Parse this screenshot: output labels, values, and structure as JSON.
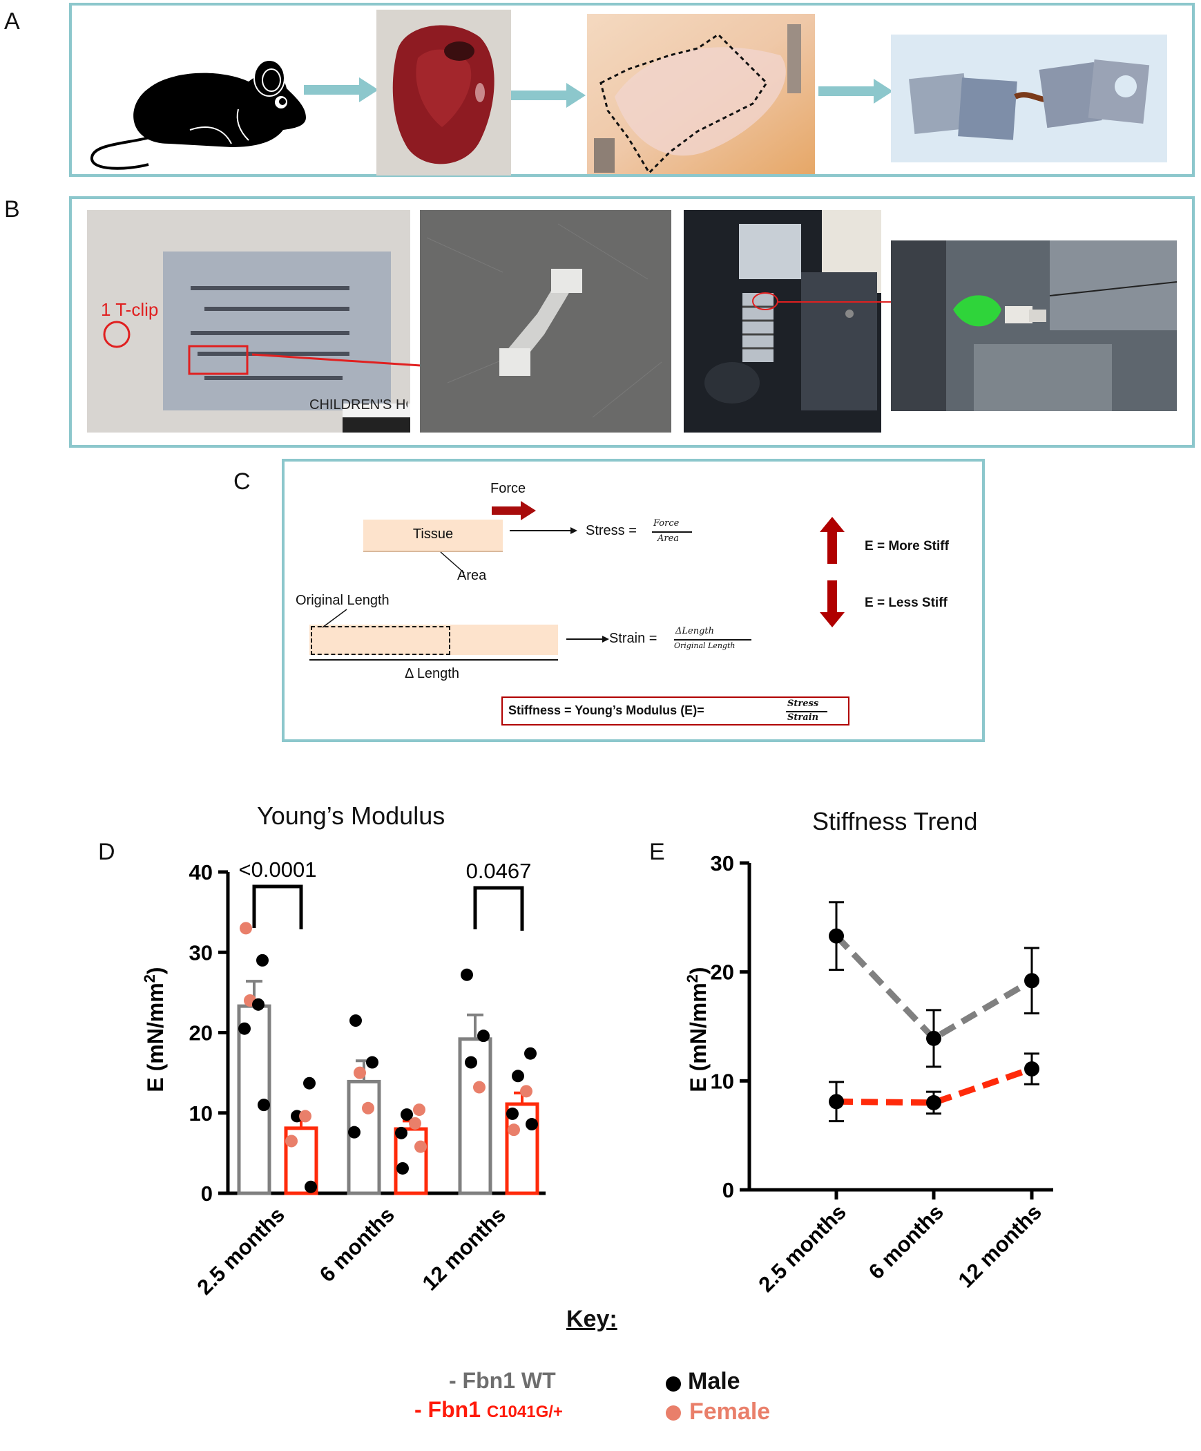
{
  "panels": {
    "a": "A",
    "b": "B",
    "c": "C",
    "d": "D",
    "e": "E"
  },
  "colors": {
    "frame": "#8cc7cc",
    "wt": "#808080",
    "mutant": "#ff2a0a",
    "female": "#e97f6a",
    "male": "#000000",
    "arrow": "#8cc7cc",
    "dark_red": "#b00000"
  },
  "panel_b": {
    "clip_label": "1 T-clip",
    "label_text": "CHILDREN'S HOSP"
  },
  "panel_c": {
    "force": "Force",
    "tissue": "Tissue",
    "area": "Area",
    "stress_label": "Stress =",
    "stress_num": "Force",
    "stress_den": "Area",
    "original_length": "Original Length",
    "delta_length": "Δ Length",
    "strain_label": "Strain =",
    "strain_num": "ΔLength",
    "strain_den": "Original Length",
    "more_stiff": "E = More Stiff",
    "less_stiff": "E = Less Stiff",
    "stiffness_label": "Stiffness = Young’s Modulus (E)=",
    "stiffness_num": "Stress",
    "stiffness_den": "Strain"
  },
  "chart_data": [
    {
      "type": "bar",
      "title": "Young’s Modulus",
      "ylabel": "E (mN/mm",
      "ylabel_sup": "2",
      "ylabel_end": ")",
      "ylim": [
        0,
        40
      ],
      "yticks": [
        "0",
        "10",
        "20",
        "30",
        "40"
      ],
      "categories": [
        "2.5 months",
        "6 months",
        "12 months"
      ],
      "series": [
        {
          "key": "wt",
          "values": [
            23.3,
            13.9,
            19.2
          ],
          "sem": [
            3.1,
            2.6,
            3.0
          ],
          "points": [
            [
              33,
              "female"
            ],
            [
              29,
              "male"
            ],
            [
              24,
              "female"
            ],
            [
              23.5,
              "male"
            ],
            [
              20.5,
              "male"
            ],
            [
              11,
              "male"
            ]
          ]
        },
        {
          "key": "mut",
          "values": [
            8.1,
            8.0,
            11.1
          ],
          "sem": [
            1.8,
            1.0,
            1.4
          ],
          "points": []
        }
      ],
      "points_by_group": [
        {
          "wt": [
            [
              33,
              "female"
            ],
            [
              29,
              "male"
            ],
            [
              24,
              "female"
            ],
            [
              23.5,
              "male"
            ],
            [
              20.5,
              "male"
            ],
            [
              11,
              "male"
            ]
          ],
          "mut": [
            [
              13.7,
              "male"
            ],
            [
              9.6,
              "male"
            ],
            [
              9.6,
              "female"
            ],
            [
              6.5,
              "female"
            ],
            [
              0.8,
              "male"
            ]
          ]
        },
        {
          "wt": [
            [
              21.5,
              "male"
            ],
            [
              16.3,
              "male"
            ],
            [
              15,
              "female"
            ],
            [
              10.6,
              "female"
            ],
            [
              7.6,
              "male"
            ]
          ],
          "mut": [
            [
              10.4,
              "female"
            ],
            [
              9.8,
              "male"
            ],
            [
              8.7,
              "female"
            ],
            [
              7.5,
              "male"
            ],
            [
              5.8,
              "female"
            ],
            [
              3.1,
              "male"
            ]
          ]
        },
        {
          "wt": [
            [
              27.2,
              "male"
            ],
            [
              19.6,
              "male"
            ],
            [
              16.3,
              "male"
            ],
            [
              13.2,
              "female"
            ]
          ],
          "mut": [
            [
              17.4,
              "male"
            ],
            [
              14.6,
              "male"
            ],
            [
              12.7,
              "female"
            ],
            [
              9.9,
              "male"
            ],
            [
              8.6,
              "male"
            ],
            [
              7.9,
              "female"
            ]
          ]
        }
      ],
      "comparisons": [
        {
          "group": 0,
          "label": "<0.0001"
        },
        {
          "group": 2,
          "label": "0.0467"
        }
      ]
    },
    {
      "type": "line",
      "title": "Stiffness Trend",
      "ylabel": "E (mN/mm",
      "ylabel_sup": "2",
      "ylabel_end": ")",
      "ylim": [
        0,
        30
      ],
      "yticks": [
        "0",
        "10",
        "20",
        "30"
      ],
      "categories": [
        "2.5 months",
        "6 months",
        "12 months"
      ],
      "series": [
        {
          "key": "wt",
          "values": [
            23.3,
            13.9,
            19.2
          ],
          "sem": [
            3.1,
            2.6,
            3.0
          ]
        },
        {
          "key": "mut",
          "values": [
            8.1,
            8.0,
            11.1
          ],
          "sem": [
            1.8,
            1.0,
            1.4
          ]
        }
      ]
    }
  ],
  "key": {
    "title": "Key:",
    "wt": "- Fbn1 WT",
    "mut": "- Fbn1",
    "mut_sub": "C1041G/+",
    "male": "Male",
    "female": "Female"
  }
}
